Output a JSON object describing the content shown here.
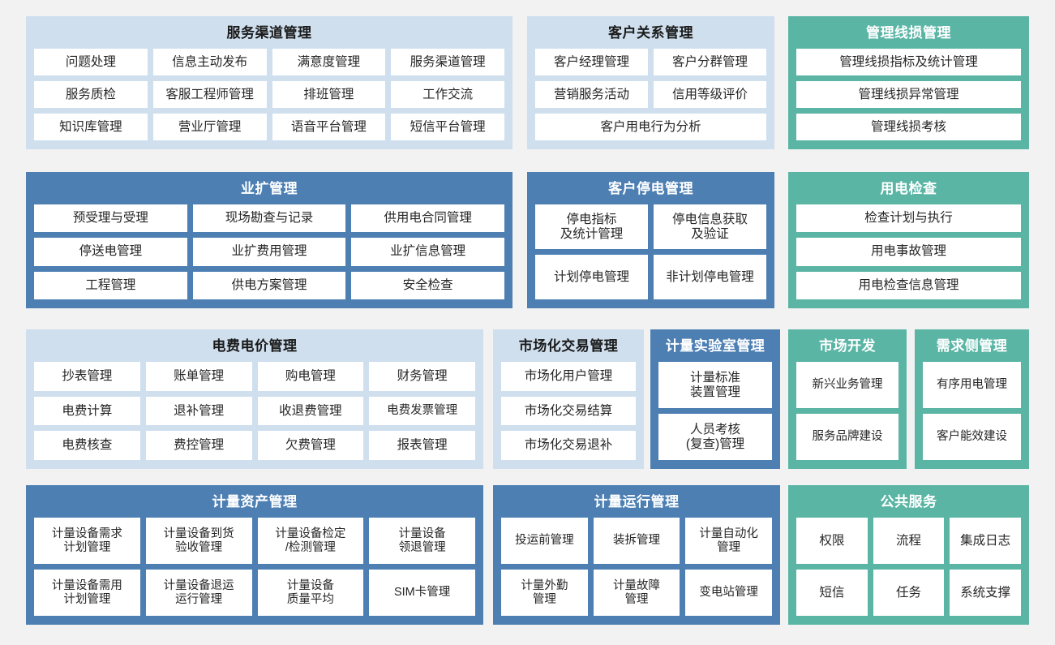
{
  "theme": {
    "page_background": "#f2f2f2",
    "light_blue": "#cfdfee",
    "blue": "#4d7fb3",
    "teal": "#5bb5a5",
    "tile_background": "#ffffff",
    "dark_text": "#262626",
    "light_text": "#ffffff"
  },
  "panels": {
    "service_channel": {
      "title": "服务渠道管理",
      "tiles": [
        [
          "问题处理",
          "信息主动发布",
          "满意度管理",
          "服务渠道管理"
        ],
        [
          "服务质检",
          "客服工程师管理",
          "排班管理",
          "工作交流"
        ],
        [
          "知识库管理",
          "营业厅管理",
          "语音平台管理",
          "短信平台管理"
        ]
      ]
    },
    "customer_relation": {
      "title": "客户关系管理",
      "tiles": [
        [
          "客户经理管理",
          "客户分群管理"
        ],
        [
          "营销服务活动",
          "信用等级评价"
        ],
        [
          "客户用电行为分析"
        ]
      ]
    },
    "line_loss": {
      "title": "管理线损管理",
      "tiles": [
        [
          "管理线损指标及统计管理"
        ],
        [
          "管理线损异常管理"
        ],
        [
          "管理线损考核"
        ]
      ]
    },
    "business_expansion": {
      "title": "业扩管理",
      "tiles": [
        [
          "预受理与受理",
          "现场勘查与记录",
          "供用电合同管理"
        ],
        [
          "停送电管理",
          "业扩费用管理",
          "业扩信息管理"
        ],
        [
          "工程管理",
          "供电方案管理",
          "安全检查"
        ]
      ]
    },
    "customer_outage": {
      "title": "客户停电管理",
      "tiles": [
        [
          "停电指标\n及统计管理",
          "停电信息获取\n及验证"
        ],
        [
          "计划停电管理",
          "非计划停电管理"
        ]
      ]
    },
    "power_inspection": {
      "title": "用电检查",
      "tiles": [
        [
          "检查计划与执行"
        ],
        [
          "用电事故管理"
        ],
        [
          "用电检查信息管理"
        ]
      ]
    },
    "tariff": {
      "title": "电费电价管理",
      "tiles": [
        [
          "抄表管理",
          "账单管理",
          "购电管理",
          "财务管理"
        ],
        [
          "电费计算",
          "退补管理",
          "收退费管理",
          "电费发票管理"
        ],
        [
          "电费核查",
          "费控管理",
          "欠费管理",
          "报表管理"
        ]
      ]
    },
    "market_trading": {
      "title": "市场化交易管理",
      "tiles": [
        [
          "市场化用户管理"
        ],
        [
          "市场化交易结算"
        ],
        [
          "市场化交易退补"
        ]
      ]
    },
    "metering_lab": {
      "title": "计量实验室管理",
      "tiles": [
        [
          "计量标准\n装置管理"
        ],
        [
          "人员考核\n(复查)管理"
        ]
      ]
    },
    "market_development": {
      "title": "市场开发",
      "tiles": [
        [
          "新兴业务管理"
        ],
        [
          "服务品牌建设"
        ]
      ]
    },
    "demand_side": {
      "title": "需求侧管理",
      "tiles": [
        [
          "有序用电管理"
        ],
        [
          "客户能效建设"
        ]
      ]
    },
    "metering_asset": {
      "title": "计量资产管理",
      "tiles": [
        [
          "计量设备需求\n计划管理",
          "计量设备到货\n验收管理",
          "计量设备检定\n/检测管理",
          "计量设备\n领退管理"
        ],
        [
          "计量设备需用\n计划管理",
          "计量设备退运\n运行管理",
          "计量设备\n质量平均",
          "SIM卡管理"
        ]
      ]
    },
    "metering_operation": {
      "title": "计量运行管理",
      "tiles": [
        [
          "投运前管理",
          "装拆管理",
          "计量自动化\n管理"
        ],
        [
          "计量外勤\n管理",
          "计量故障\n管理",
          "变电站管理"
        ]
      ]
    },
    "public_service": {
      "title": "公共服务",
      "tiles": [
        [
          "权限",
          "流程",
          "集成日志"
        ],
        [
          "短信",
          "任务",
          "系统支撑"
        ]
      ]
    }
  }
}
